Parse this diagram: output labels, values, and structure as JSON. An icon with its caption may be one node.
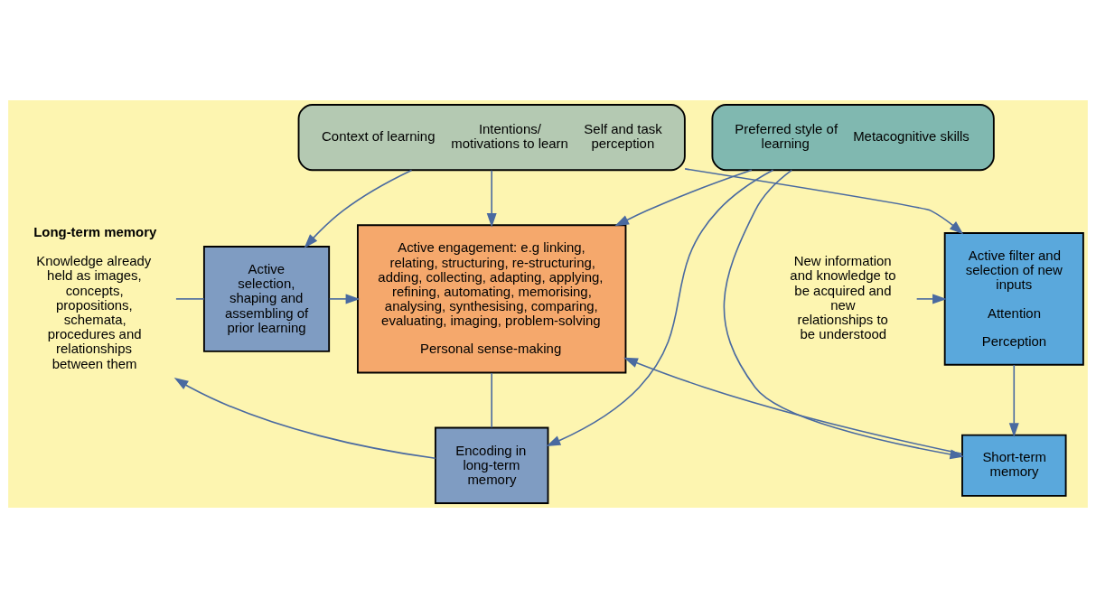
{
  "diagram": {
    "nodes": [
      {
        "text": [
          "Context of learning",
          "Intentions/ motivations to learn",
          "Self and task perception"
        ]
      },
      {
        "text": [
          "Active selection, shaping and assembling of prior learning"
        ]
      },
      {
        "text": [
          "Encoding in long-term memory"
        ]
      },
      {
        "text": [
          "Active engagement: e.g linking, relating, structuring, re-structuring, adding, collecting, adapting, applying, refining, automating, memorising, analysing, synthesising, comparing, evaluating, imaging, problem-solving",
          "Personal sense-making"
        ]
      },
      {
        "text": [
          "Active filter and selection of new inputs",
          "Attention",
          "Perception"
        ]
      },
      {
        "text": [
          "Short-term memory"
        ]
      },
      {
        "text": [
          "Preferred style of learning",
          "Metacognitive skills"
        ]
      },
      {
        "text": [
          "Long-term memory",
          "Knowledge already held as images, concepts, propositions, schemata, procedures and relationships between them"
        ]
      },
      {
        "text": [
          "New information and knowledge to be acquired and new relationships to be understood"
        ]
      }
    ],
    "edges": [
      {
        "from": 0,
        "to": 1,
        "arrow": "to"
      },
      {
        "from": 0,
        "to": 3,
        "arrow": "to"
      },
      {
        "from": 0,
        "to": 4,
        "arrow": "to"
      },
      {
        "from": 7,
        "to": 1,
        "arrow": "none"
      },
      {
        "from": 1,
        "to": 3,
        "arrow": "to"
      },
      {
        "from": 2,
        "to": 7,
        "arrow": "to"
      },
      {
        "from": 3,
        "to": 2,
        "arrow": "none"
      },
      {
        "from": 8,
        "to": 4,
        "arrow": "to"
      },
      {
        "from": 4,
        "to": 5,
        "arrow": "to"
      },
      {
        "from": 5,
        "to": 3,
        "arrow": "to"
      },
      {
        "from": 6,
        "to": 2,
        "arrow": "to"
      },
      {
        "from": 6,
        "to": 3,
        "arrow": "to"
      },
      {
        "from": 6,
        "to": 5,
        "arrow": "to"
      }
    ]
  }
}
